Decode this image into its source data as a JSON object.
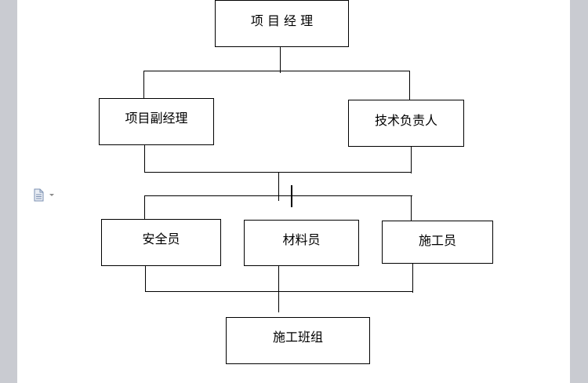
{
  "org_chart": {
    "manager": "项 目 经 理",
    "deputy_manager": "项目副经理",
    "technical_lead": "技术负责人",
    "safety_officer": "安全员",
    "materials_officer": "材料员",
    "construction_officer": "施工员",
    "construction_team": "施工班组"
  },
  "icons": {
    "paste_options": "document-icon",
    "dropdown": "chevron-down-icon"
  },
  "colors": {
    "page_background": "#ffffff",
    "workspace_gray": "#c9cbd1",
    "line": "#000000",
    "icon_blue": "#7a8fb0"
  }
}
